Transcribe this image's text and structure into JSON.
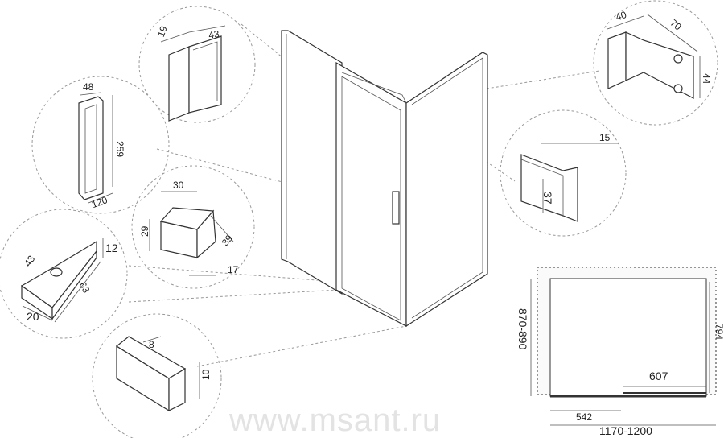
{
  "details": {
    "top_profile": {
      "width": "43",
      "depth": "19"
    },
    "handle": {
      "width": "48",
      "height": "259",
      "depth": "120"
    },
    "knob": {
      "width": "30",
      "height": "29",
      "depth": "39",
      "offset": "17"
    },
    "stopper": {
      "width": "43",
      "height": "12",
      "length": "63",
      "depth": "20"
    },
    "bottom_profile": {
      "width": "8",
      "height": "10"
    },
    "wall_bracket": {
      "width": "40",
      "length": "70",
      "height": "44"
    },
    "top_rail": {
      "width": "15",
      "height": "37"
    }
  },
  "plan_view": {
    "depth": "870-890",
    "inner_depth": "794",
    "door_opening": "607",
    "fixed_panel": "542",
    "total_width": "1170-1200"
  },
  "watermark": "www.msant.ru"
}
